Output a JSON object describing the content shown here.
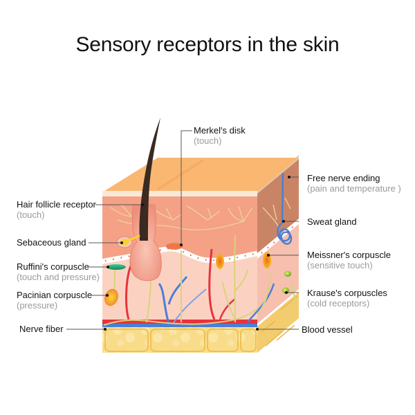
{
  "title": "Sensory receptors in the skin",
  "labels": {
    "hair_follicle": {
      "name": "Hair follicle receptor",
      "function": "(touch)"
    },
    "sebaceous": {
      "name": "Sebaceous gland",
      "function": ""
    },
    "ruffini": {
      "name": "Ruffini's corpuscle",
      "function": "(touch and pressure)"
    },
    "pacinian": {
      "name": "Pacinian corpuscle",
      "function": "(pressure)"
    },
    "nerve_fiber": {
      "name": "Nerve fiber",
      "function": ""
    },
    "merkel": {
      "name": "Merkel's disk",
      "function": "(touch)"
    },
    "free_nerve": {
      "name": "Free nerve ending",
      "function": "(pain and temperature )"
    },
    "sweat": {
      "name": "Sweat gland",
      "function": ""
    },
    "meissner": {
      "name": "Meissner's corpuscle",
      "function": "(sensitive touch)"
    },
    "krause": {
      "name": "Krause's  corpuscles",
      "function": "(cold receptors)"
    },
    "blood_vessel": {
      "name": "Blood vessel",
      "function": ""
    }
  },
  "colors": {
    "skin_top": "#f9b772",
    "epidermis": "#f4a186",
    "epidermis_side": "#c98466",
    "dermis": "#fbd2c2",
    "dermis_side": "#f6bfae",
    "fat": "#f8dc8a",
    "artery": "#e8323c",
    "vein": "#4a7fd6",
    "nerve": "#e9e49a",
    "hair": "#3a2a22",
    "label_text": "#111111",
    "label_sub": "#9a9a9a",
    "leader": "#555555"
  }
}
